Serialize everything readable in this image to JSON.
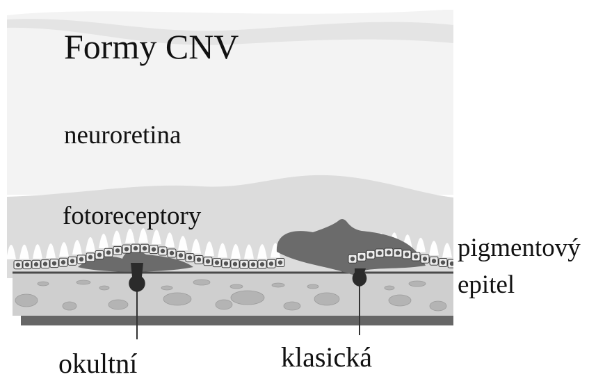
{
  "diagram": {
    "title": "Formy CNV",
    "labels": {
      "neuroretina": "neuroretina",
      "photoreceptors": "fotoreceptory",
      "pigment_epithelium_line1": "pigmentový",
      "pigment_epithelium_line2": "epitel",
      "occult": "okultní",
      "classic": "klasická"
    },
    "colors": {
      "neuroretina": "#f3f3f3",
      "photoreceptor_layer": "#dcdcdc",
      "photoreceptor_spikes": "#ffffff",
      "rpe_cells": "#ededed",
      "rpe_nuclei": "#555555",
      "cnv_membrane": "#6b6b6b",
      "choroid": "#cfcfcf",
      "choroid_vessels": "#b4b4b4",
      "base_band": "#666666",
      "vessel_node": "#2b2b2b"
    }
  }
}
